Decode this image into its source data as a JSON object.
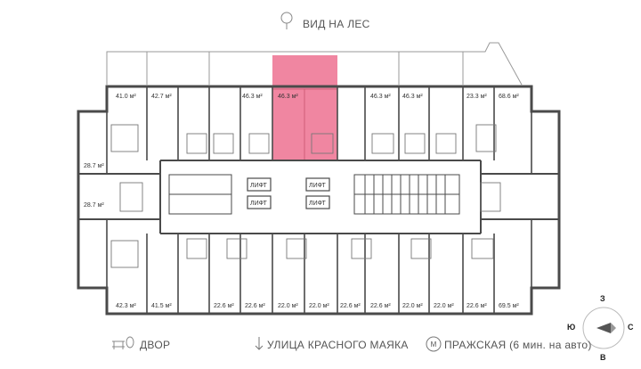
{
  "labels": {
    "top_view": "ВИД НА ЛЕС",
    "courtyard": "ДВОР",
    "street": "УЛИЦА КРАСНОГО МАЯКА",
    "metro": "ПРАЖСКАЯ (6 мин. на авто)",
    "metro_letter": "М",
    "lift": "ЛИФТ"
  },
  "compass": {
    "north": "З",
    "south": "В",
    "west": "Ю",
    "east": "С"
  },
  "colors": {
    "highlight": "#ef7f9c",
    "wall": "#4a4a4a",
    "balcony": "#9a9a9a"
  },
  "icons": [
    "tree-icon",
    "bench-icon",
    "arrow-down-icon",
    "metro-icon",
    "compass-icon"
  ],
  "apartments": {
    "top": [
      "41.0 м²",
      "42.7 м²",
      "46.3 м²",
      "46.3 м²",
      "46.3 м²",
      "46.3 м²",
      "23.3 м²",
      "68.6 м²"
    ],
    "left": [
      "28.7 м²",
      "28.7 м²"
    ],
    "bottom": [
      "42.3 м²",
      "41.5 м²",
      "22.6 м²",
      "22.6 м²",
      "22.0 м²",
      "22.0 м²",
      "22.6 м²",
      "22.6 м²",
      "22.0 м²",
      "22.0 м²",
      "22.6 м²",
      "69.5 м²"
    ]
  },
  "selected": {
    "group": "top",
    "index": 3
  }
}
